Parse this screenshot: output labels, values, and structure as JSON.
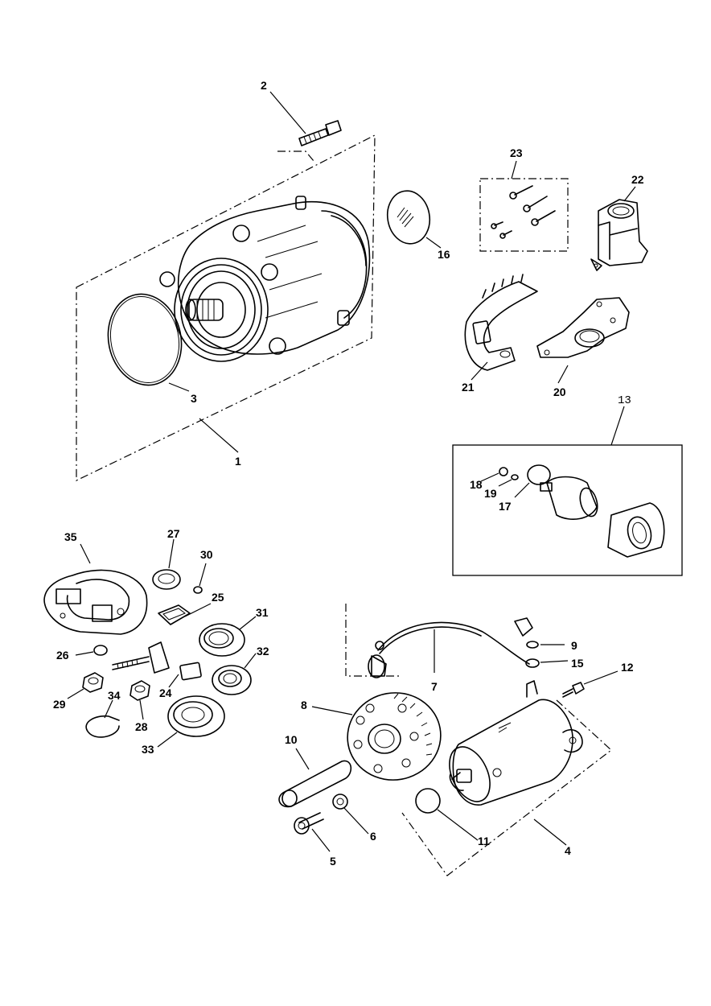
{
  "callouts": {
    "c1": "1",
    "c2": "2",
    "c3": "3",
    "c4": "4",
    "c5": "5",
    "c6": "6",
    "c7": "7",
    "c8": "8",
    "c9": "9",
    "c10": "10",
    "c11": "11",
    "c12": "12",
    "c13": "13",
    "c15": "15",
    "c16": "16",
    "c17": "17",
    "c18": "18",
    "c19": "19",
    "c20": "20",
    "c21": "21",
    "c22": "22",
    "c23": "23",
    "c24": "24",
    "c25": "25",
    "c26": "26",
    "c27": "27",
    "c28": "28",
    "c29": "29",
    "c30": "30",
    "c31": "31",
    "c32": "32",
    "c33": "33",
    "c34": "34",
    "c35": "35"
  }
}
